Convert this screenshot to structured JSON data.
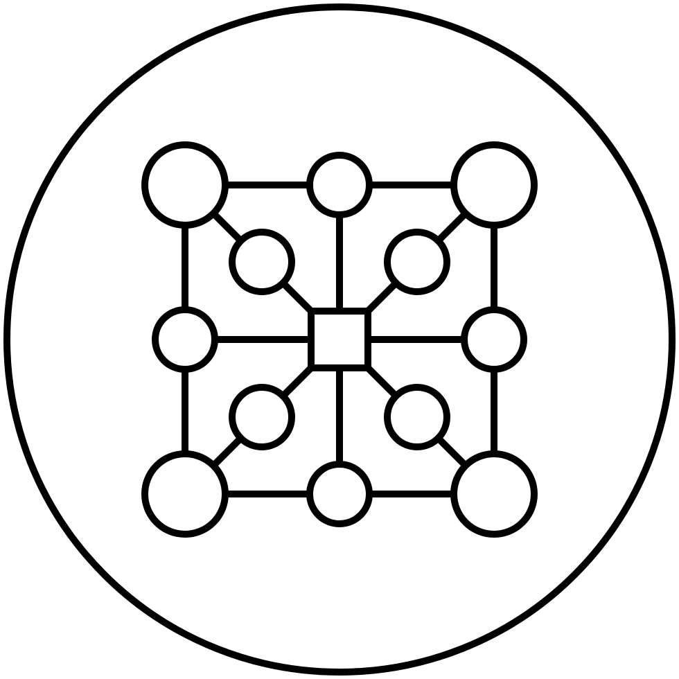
{
  "icon": {
    "name": "network-topology-icon",
    "stroke_color": "#000000",
    "fill_color": "#ffffff",
    "background_color": "#ffffff",
    "nodes": {
      "corner_count": 4,
      "edge_midpoint_count": 4,
      "inner_diagonal_count": 4,
      "center_hub_count": 1
    }
  }
}
